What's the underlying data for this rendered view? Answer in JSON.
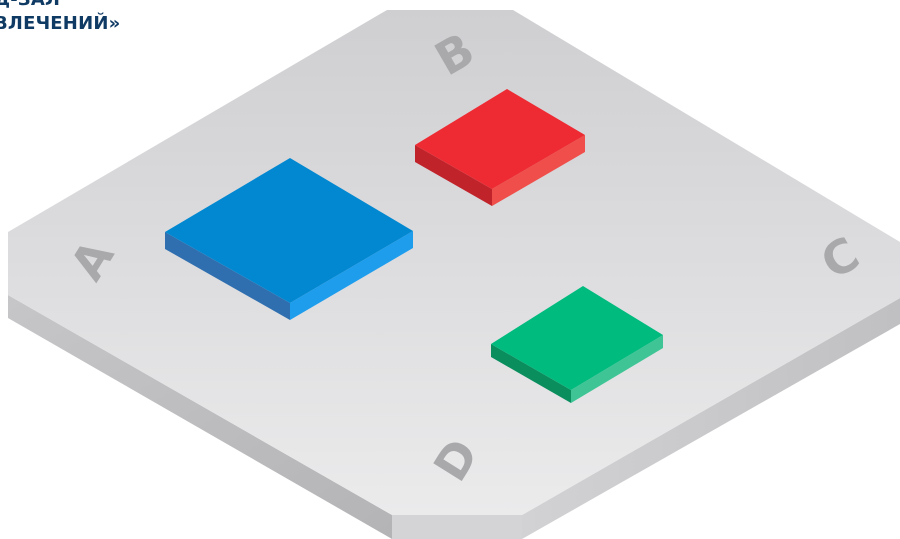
{
  "header": {
    "title_line1": "Д-ЗАЛ",
    "title_line2": "ВЛЕЧЕНИЙ»"
  },
  "zones": {
    "a": "A",
    "b": "B",
    "c": "C",
    "d": "D"
  },
  "colors": {
    "platform_top": "#d9d9db",
    "platform_side": "#c4c4c6",
    "zone_label": "#a9a9ac",
    "blue_block": "#0288d1",
    "red_block": "#ee2a33",
    "green_block": "#00bb7e",
    "title": "#0f3a63"
  }
}
